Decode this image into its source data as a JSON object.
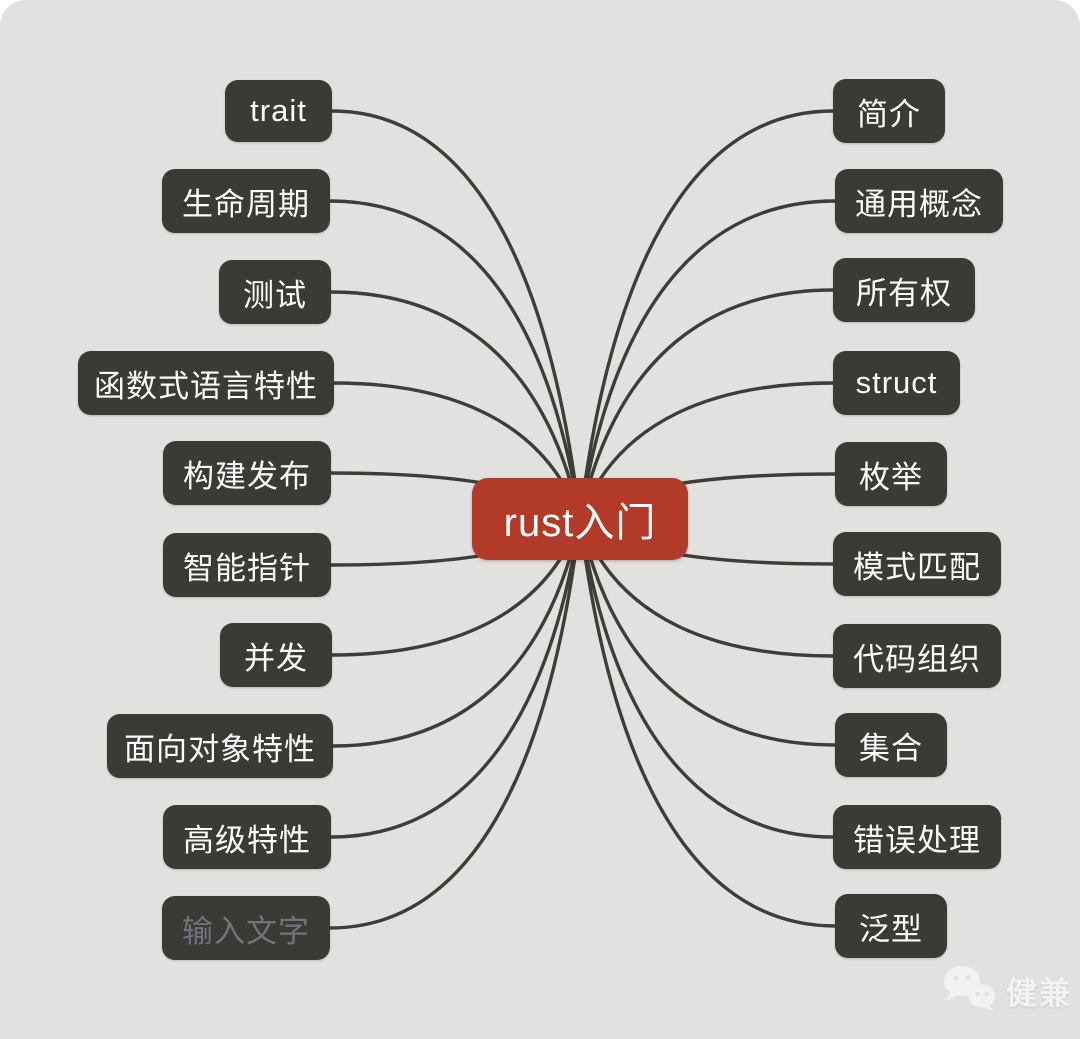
{
  "diagram": {
    "type": "mindmap",
    "colors": {
      "background": "#e1e1e0",
      "node_fill": "#3b3b36",
      "node_text": "#fcfcfc",
      "root_fill": "#b23a28",
      "root_text": "#ffffff",
      "edge": "#3e3e39",
      "placeholder_text": "#73737e",
      "watermark_text": "#f2f2f1"
    },
    "root": {
      "label": "rust入门"
    },
    "left_nodes": [
      {
        "label": "trait",
        "placeholder": false
      },
      {
        "label": "生命周期",
        "placeholder": false
      },
      {
        "label": "测试",
        "placeholder": false
      },
      {
        "label": "函数式语言特性",
        "placeholder": false
      },
      {
        "label": "构建发布",
        "placeholder": false
      },
      {
        "label": "智能指针",
        "placeholder": false
      },
      {
        "label": "并发",
        "placeholder": false
      },
      {
        "label": "面向对象特性",
        "placeholder": false
      },
      {
        "label": "高级特性",
        "placeholder": false
      },
      {
        "label": "输入文字",
        "placeholder": true
      }
    ],
    "right_nodes": [
      {
        "label": "简介",
        "placeholder": false
      },
      {
        "label": "通用概念",
        "placeholder": false
      },
      {
        "label": "所有权",
        "placeholder": false
      },
      {
        "label": "struct",
        "placeholder": false
      },
      {
        "label": "枚举",
        "placeholder": false
      },
      {
        "label": "模式匹配",
        "placeholder": false
      },
      {
        "label": "代码组织",
        "placeholder": false
      },
      {
        "label": "集合",
        "placeholder": false
      },
      {
        "label": "错误处理",
        "placeholder": false
      },
      {
        "label": "泛型",
        "placeholder": false
      }
    ],
    "watermark": {
      "label": "健兼",
      "icon": "wechat-icon"
    }
  }
}
